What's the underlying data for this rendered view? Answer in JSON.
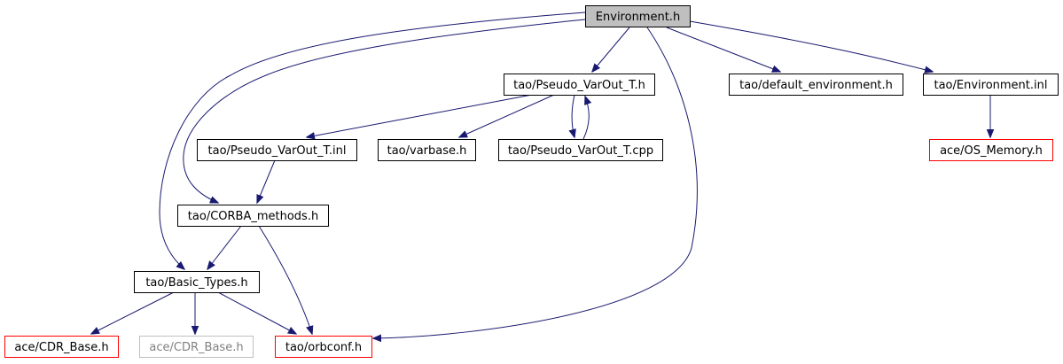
{
  "title": "Environment.h",
  "colors": {
    "edge": "#191970",
    "node_border": "#000000",
    "root_fill": "#bfbfbf",
    "undocumented_border": "#ff0000",
    "missing_border": "#bfbfbf",
    "missing_text": "#808080",
    "text": "#000000"
  },
  "nodes": [
    {
      "id": "environment_h",
      "label": "Environment.h",
      "kind": "root"
    },
    {
      "id": "pseudo_varout_t_h",
      "label": "tao/Pseudo_VarOut_T.h",
      "kind": "normal"
    },
    {
      "id": "default_environment_h",
      "label": "tao/default_environment.h",
      "kind": "normal"
    },
    {
      "id": "environment_inl",
      "label": "tao/Environment.inl",
      "kind": "normal"
    },
    {
      "id": "pseudo_varout_t_inl",
      "label": "tao/Pseudo_VarOut_T.inl",
      "kind": "normal"
    },
    {
      "id": "varbase_h",
      "label": "tao/varbase.h",
      "kind": "normal"
    },
    {
      "id": "pseudo_varout_t_cpp",
      "label": "tao/Pseudo_VarOut_T.cpp",
      "kind": "normal"
    },
    {
      "id": "os_memory_h",
      "label": "ace/OS_Memory.h",
      "kind": "undocumented"
    },
    {
      "id": "corba_methods_h",
      "label": "tao/CORBA_methods.h",
      "kind": "normal"
    },
    {
      "id": "basic_types_h",
      "label": "tao/Basic_Types.h",
      "kind": "normal"
    },
    {
      "id": "cdr_base_h_red",
      "label": "ace/CDR_Base.h",
      "kind": "undocumented"
    },
    {
      "id": "cdr_base_h_gray",
      "label": "ace/CDR_Base.h",
      "kind": "missing"
    },
    {
      "id": "orbconf_h",
      "label": "tao/orbconf.h",
      "kind": "undocumented"
    }
  ],
  "edges": [
    {
      "from": "environment_h",
      "to": "pseudo_varout_t_h"
    },
    {
      "from": "environment_h",
      "to": "default_environment_h"
    },
    {
      "from": "environment_h",
      "to": "environment_inl"
    },
    {
      "from": "environment_h",
      "to": "orbconf_h"
    },
    {
      "from": "environment_h",
      "to": "basic_types_h"
    },
    {
      "from": "environment_h",
      "to": "corba_methods_h"
    },
    {
      "from": "pseudo_varout_t_h",
      "to": "pseudo_varout_t_inl"
    },
    {
      "from": "pseudo_varout_t_h",
      "to": "varbase_h"
    },
    {
      "from": "pseudo_varout_t_h",
      "to": "pseudo_varout_t_cpp"
    },
    {
      "from": "pseudo_varout_t_cpp",
      "to": "pseudo_varout_t_h"
    },
    {
      "from": "environment_inl",
      "to": "os_memory_h"
    },
    {
      "from": "pseudo_varout_t_inl",
      "to": "corba_methods_h"
    },
    {
      "from": "corba_methods_h",
      "to": "basic_types_h"
    },
    {
      "from": "corba_methods_h",
      "to": "orbconf_h"
    },
    {
      "from": "basic_types_h",
      "to": "cdr_base_h_red"
    },
    {
      "from": "basic_types_h",
      "to": "cdr_base_h_gray"
    },
    {
      "from": "basic_types_h",
      "to": "orbconf_h"
    }
  ]
}
